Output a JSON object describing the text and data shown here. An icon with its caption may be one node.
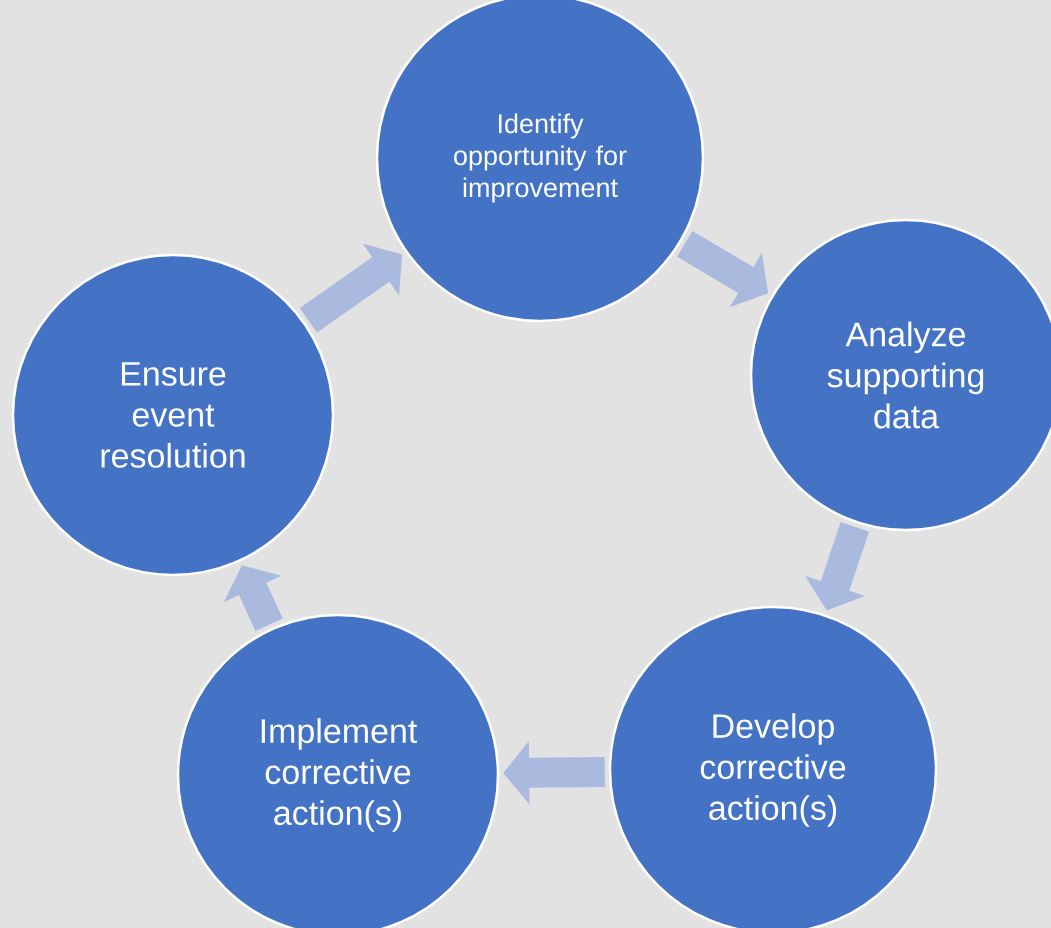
{
  "diagram": {
    "nodes": [
      {
        "text": [
          "Identify opportunity for improvement"
        ]
      },
      {
        "text": [
          "Analyze supporting data"
        ]
      },
      {
        "text": [
          "Develop corrective action(s)"
        ]
      },
      {
        "text": [
          "Implement corrective action(s)"
        ]
      },
      {
        "text": [
          "Ensure event resolution"
        ]
      }
    ],
    "edges": [
      {
        "from": 0,
        "to": 1,
        "arrow": "to"
      },
      {
        "from": 1,
        "to": 2,
        "arrow": "to"
      },
      {
        "from": 2,
        "to": 3,
        "arrow": "to"
      },
      {
        "from": 3,
        "to": 4,
        "arrow": "to"
      },
      {
        "from": 4,
        "to": 0,
        "arrow": "to"
      }
    ]
  }
}
